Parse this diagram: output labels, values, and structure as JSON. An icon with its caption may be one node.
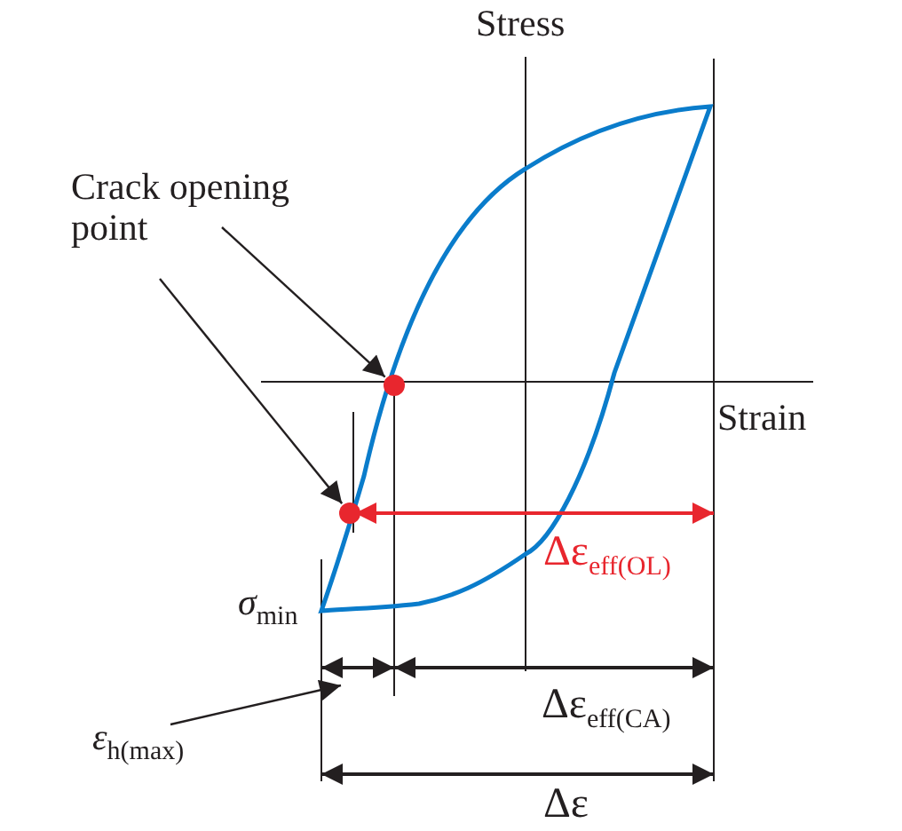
{
  "diagram": {
    "nodes": [
      {
        "text": [
          "Crack opening point"
        ]
      },
      {
        "text": [],
        "shape": "circle"
      },
      {
        "text": [],
        "shape": "circle"
      },
      {
        "text": [
          "*ε*$_{h(max)}$"
        ]
      }
    ],
    "edges": [
      {
        "from": 0,
        "to": 1,
        "arrow": "to"
      },
      {
        "from": 0,
        "to": 2,
        "arrow": "to"
      },
      {
        "from": 3,
        "to": null,
        "arrow": "to"
      }
    ],
    "labels": [
      "Stress",
      "Strain",
      "Δε$_{eff(OL)}$",
      "*σ*$_{min}$",
      "Δε$_{eff(CA)}$",
      "Δε"
    ]
  }
}
